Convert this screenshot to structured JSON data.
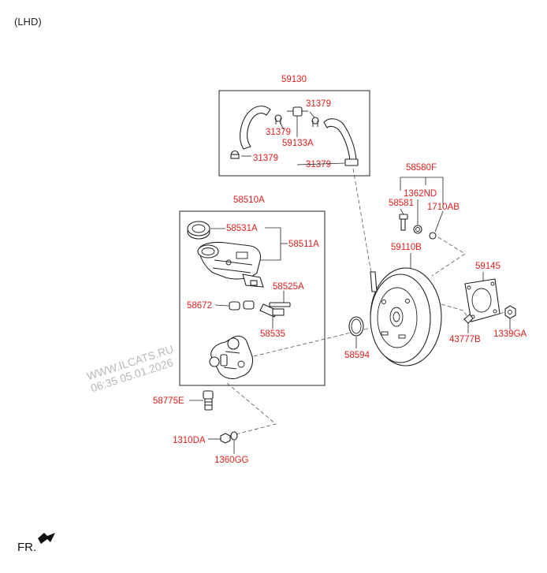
{
  "header": {
    "variant": "(LHD)"
  },
  "footer": {
    "direction": "FR."
  },
  "watermark": {
    "line1": "WWW.ILCATS.RU",
    "line2": "06:35 05.01.2026"
  },
  "label_color": "#e0201c",
  "parts": {
    "p59130": "59130",
    "p31379_a": "31379",
    "p31379_b": "31379",
    "p59133A": "59133A",
    "p31379_c": "31379",
    "p31379_d": "31379",
    "p58580F": "58580F",
    "p1362ND": "1362ND",
    "p58581": "58581",
    "p1710AB": "1710AB",
    "p58510A": "58510A",
    "p58531A": "58531A",
    "p58511A": "58511A",
    "p59110B": "59110B",
    "p59145": "59145",
    "p58525A": "58525A",
    "p58672": "58672",
    "p58535": "58535",
    "p58594": "58594",
    "p43777B": "43777B",
    "p1339GA": "1339GA",
    "p58775E": "58775E",
    "p1310DA": "1310DA",
    "p1360GG": "1360GG"
  }
}
